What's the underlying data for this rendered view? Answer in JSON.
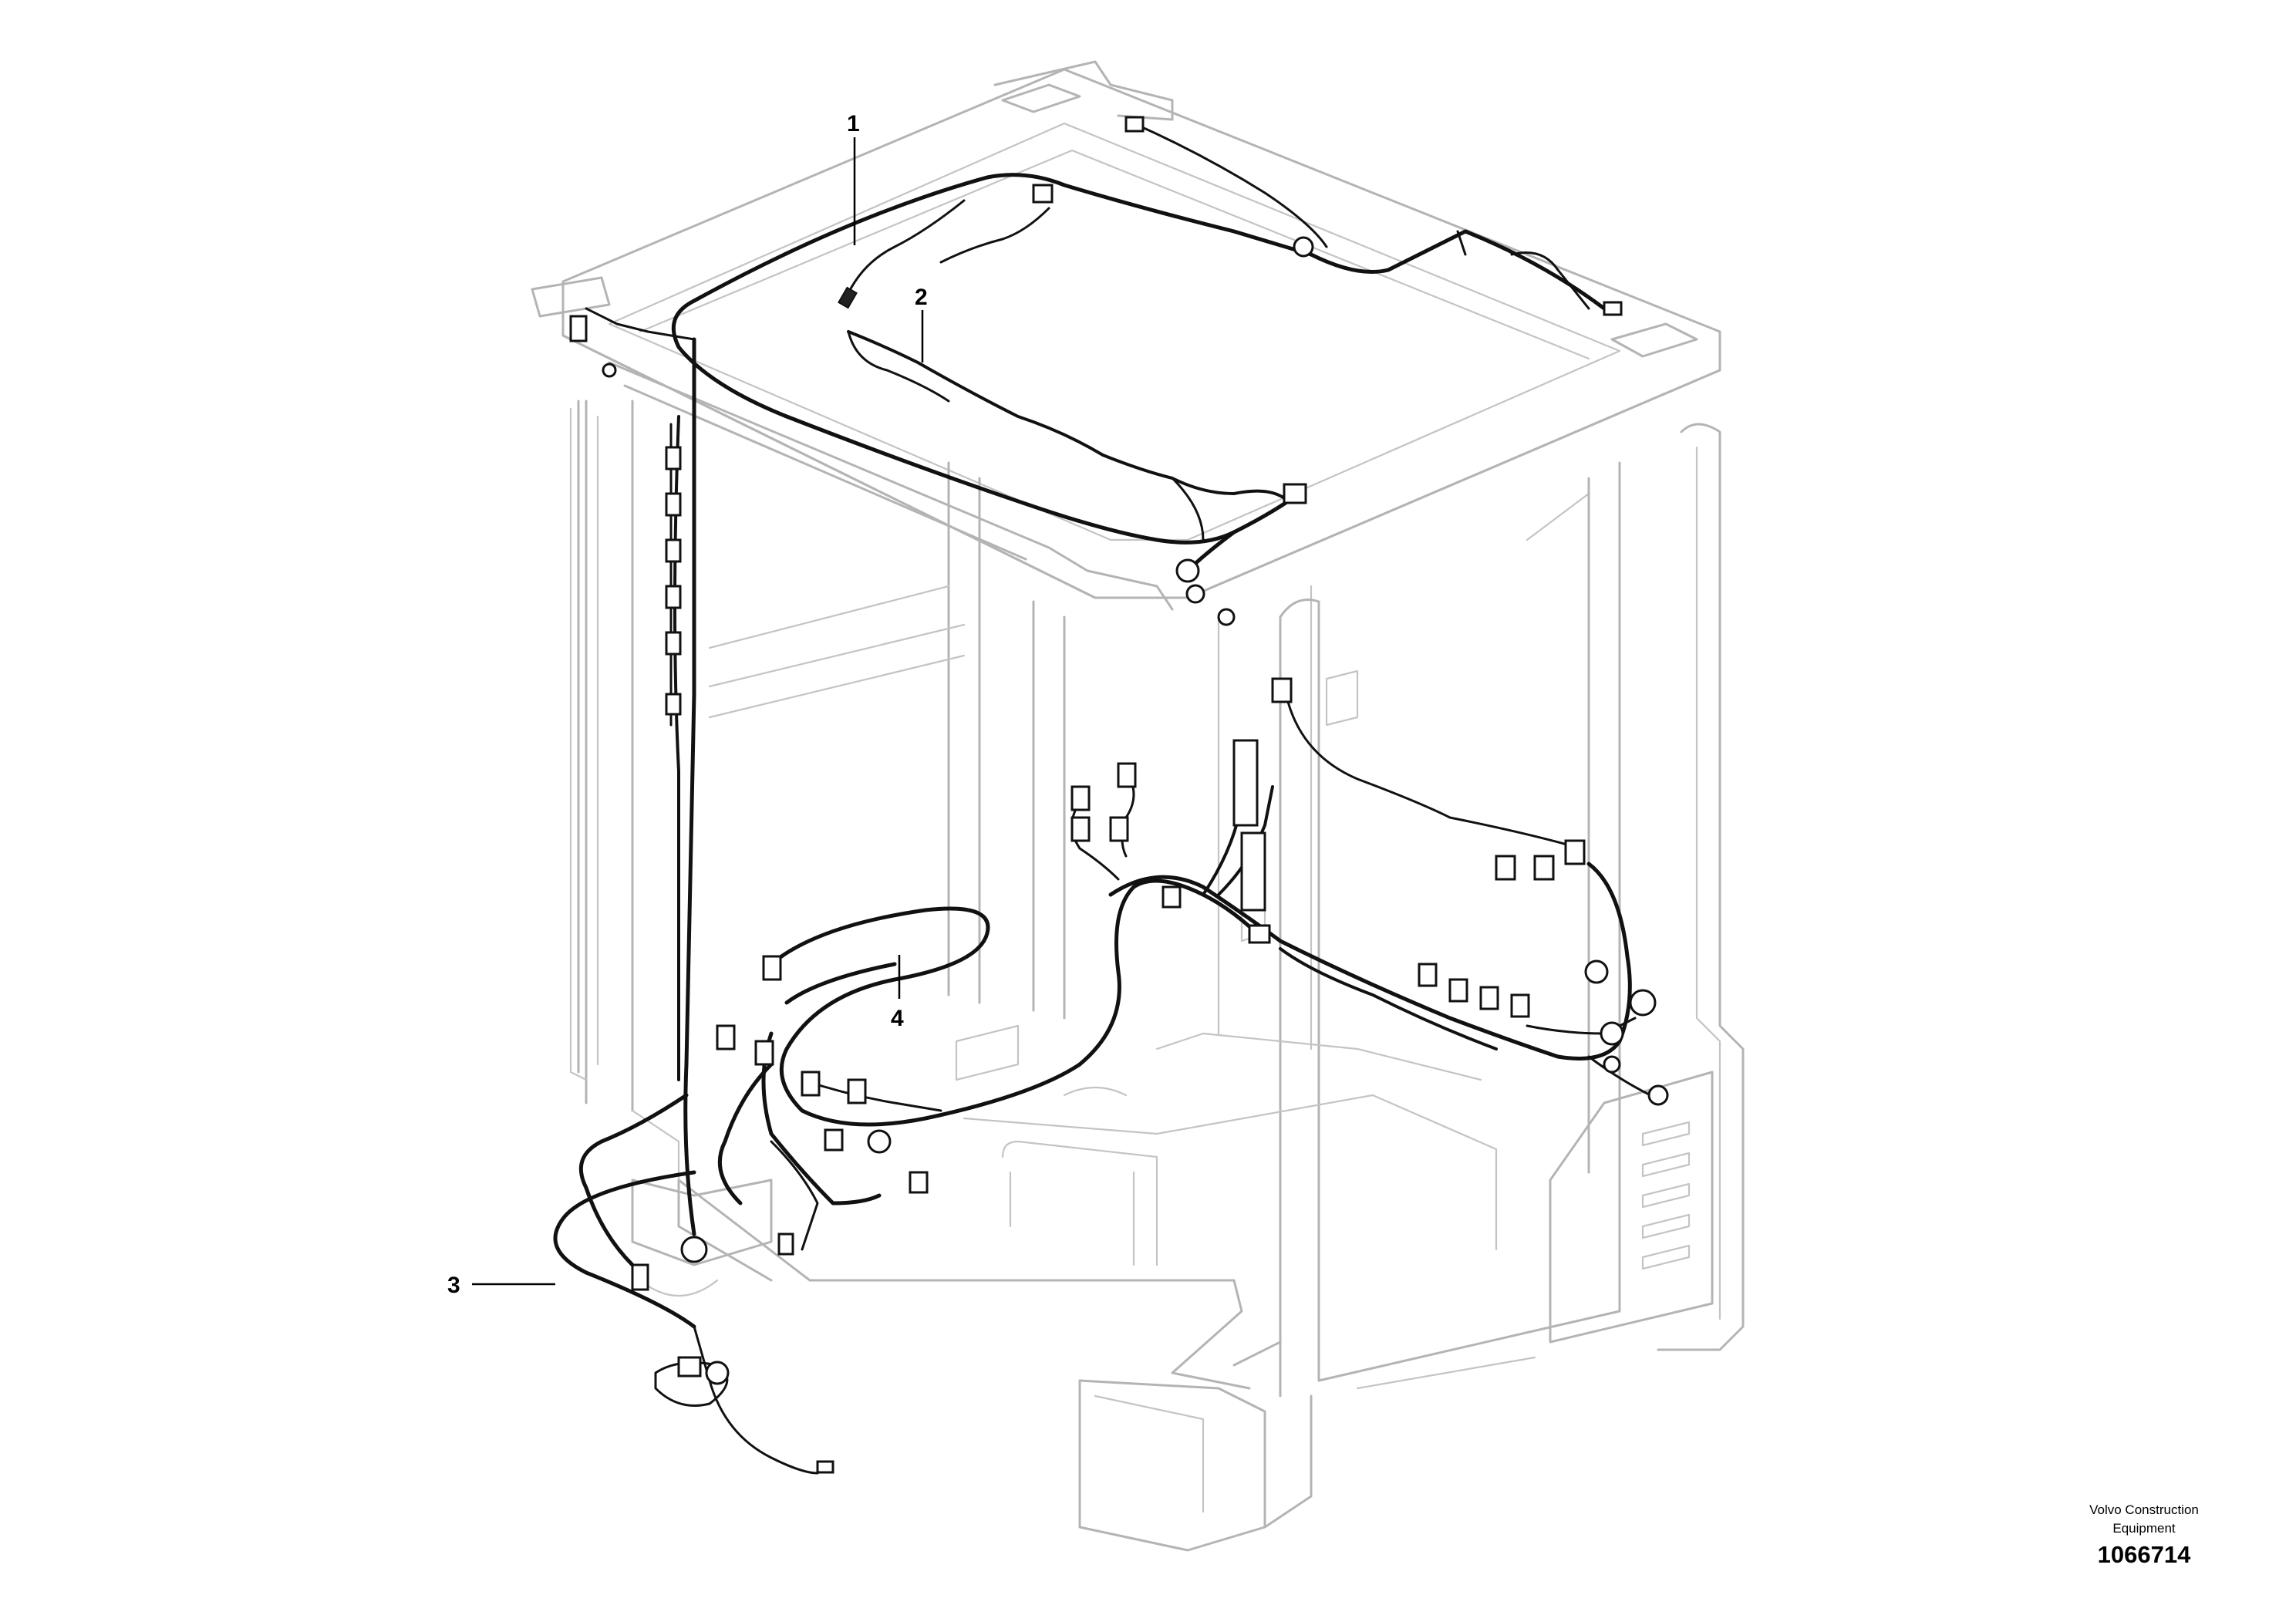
{
  "callouts": [
    {
      "label": "1"
    },
    {
      "label": "2"
    },
    {
      "label": "3"
    },
    {
      "label": "4"
    }
  ],
  "footer": {
    "company_line1": "Volvo Construction",
    "company_line2": "Equipment",
    "document_number": "1066714"
  },
  "colors": {
    "frame": "#b4b4b4",
    "harness": "#111111",
    "text": "#000000"
  }
}
